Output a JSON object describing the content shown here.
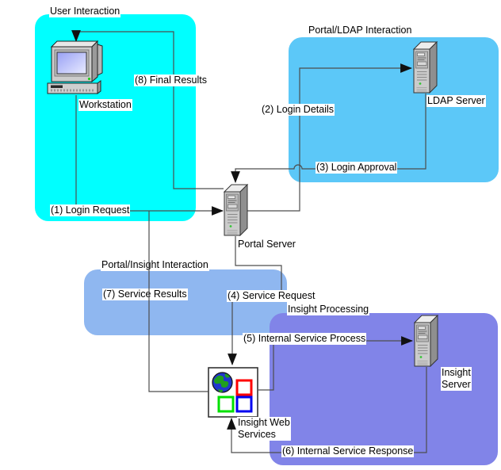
{
  "diagram": {
    "groups": [
      {
        "id": "user-interaction",
        "label": "User Interaction"
      },
      {
        "id": "portal-ldap-interaction",
        "label": "Portal/LDAP Interaction"
      },
      {
        "id": "portal-insight-interaction",
        "label": "Portal/Insight Interaction"
      },
      {
        "id": "insight-processing",
        "label": "Insight Processing"
      }
    ],
    "nodes": [
      {
        "id": "workstation",
        "label": "Workstation",
        "icon": "workstation-icon"
      },
      {
        "id": "portal-server",
        "label": "Portal Server",
        "icon": "server-icon"
      },
      {
        "id": "ldap-server",
        "label": "LDAP Server",
        "icon": "server-icon"
      },
      {
        "id": "insight-server",
        "label": "Insight Server",
        "label_lines": [
          "Insight",
          "Server"
        ],
        "icon": "server-icon"
      },
      {
        "id": "insight-web-services",
        "label": "Insight Web Services",
        "label_lines": [
          "Insight Web",
          "Services"
        ],
        "icon": "web-services-icon"
      }
    ],
    "edges": [
      {
        "num": "1",
        "label": "(1) Login Request",
        "from": "Workstation",
        "to": "Portal Server"
      },
      {
        "num": "2",
        "label": "(2) Login Details",
        "from": "Portal Server",
        "to": "LDAP Server"
      },
      {
        "num": "3",
        "label": "(3) Login Approval",
        "from": "LDAP Server",
        "to": "Portal Server"
      },
      {
        "num": "4",
        "label": "(4) Service Request",
        "from": "Portal Server",
        "to": "Insight Web Services"
      },
      {
        "num": "5",
        "label": "(5) Internal Service Process",
        "from": "Insight Web Services",
        "to": "Insight Server"
      },
      {
        "num": "6",
        "label": "(6) Internal Service Response",
        "from": "Insight Server",
        "to": "Insight Web Services"
      },
      {
        "num": "7",
        "label": "(7) Service Results",
        "from": "Insight Web Services",
        "to": "Portal Server"
      },
      {
        "num": "8",
        "label": "(8) Final Results",
        "from": "Portal Server",
        "to": "Workstation"
      }
    ],
    "colors": {
      "user_interaction_box": "#00ffff",
      "portal_ldap_box": "#5cc8f8",
      "portal_insight_box": "#8fb7f0",
      "insight_processing_box": "#8184e8",
      "connector_line": "#4d4d4d",
      "arrowhead": "#111111",
      "web_globe_blue": "#2136ce",
      "web_globe_land_green": "#1f9e1f",
      "web_square_red": "#ff0000",
      "web_square_green": "#00e000",
      "web_square_blue": "#0000f0",
      "screen_gradient_start": "#98a0f5",
      "screen_gradient_end": "#e9ebff"
    }
  }
}
